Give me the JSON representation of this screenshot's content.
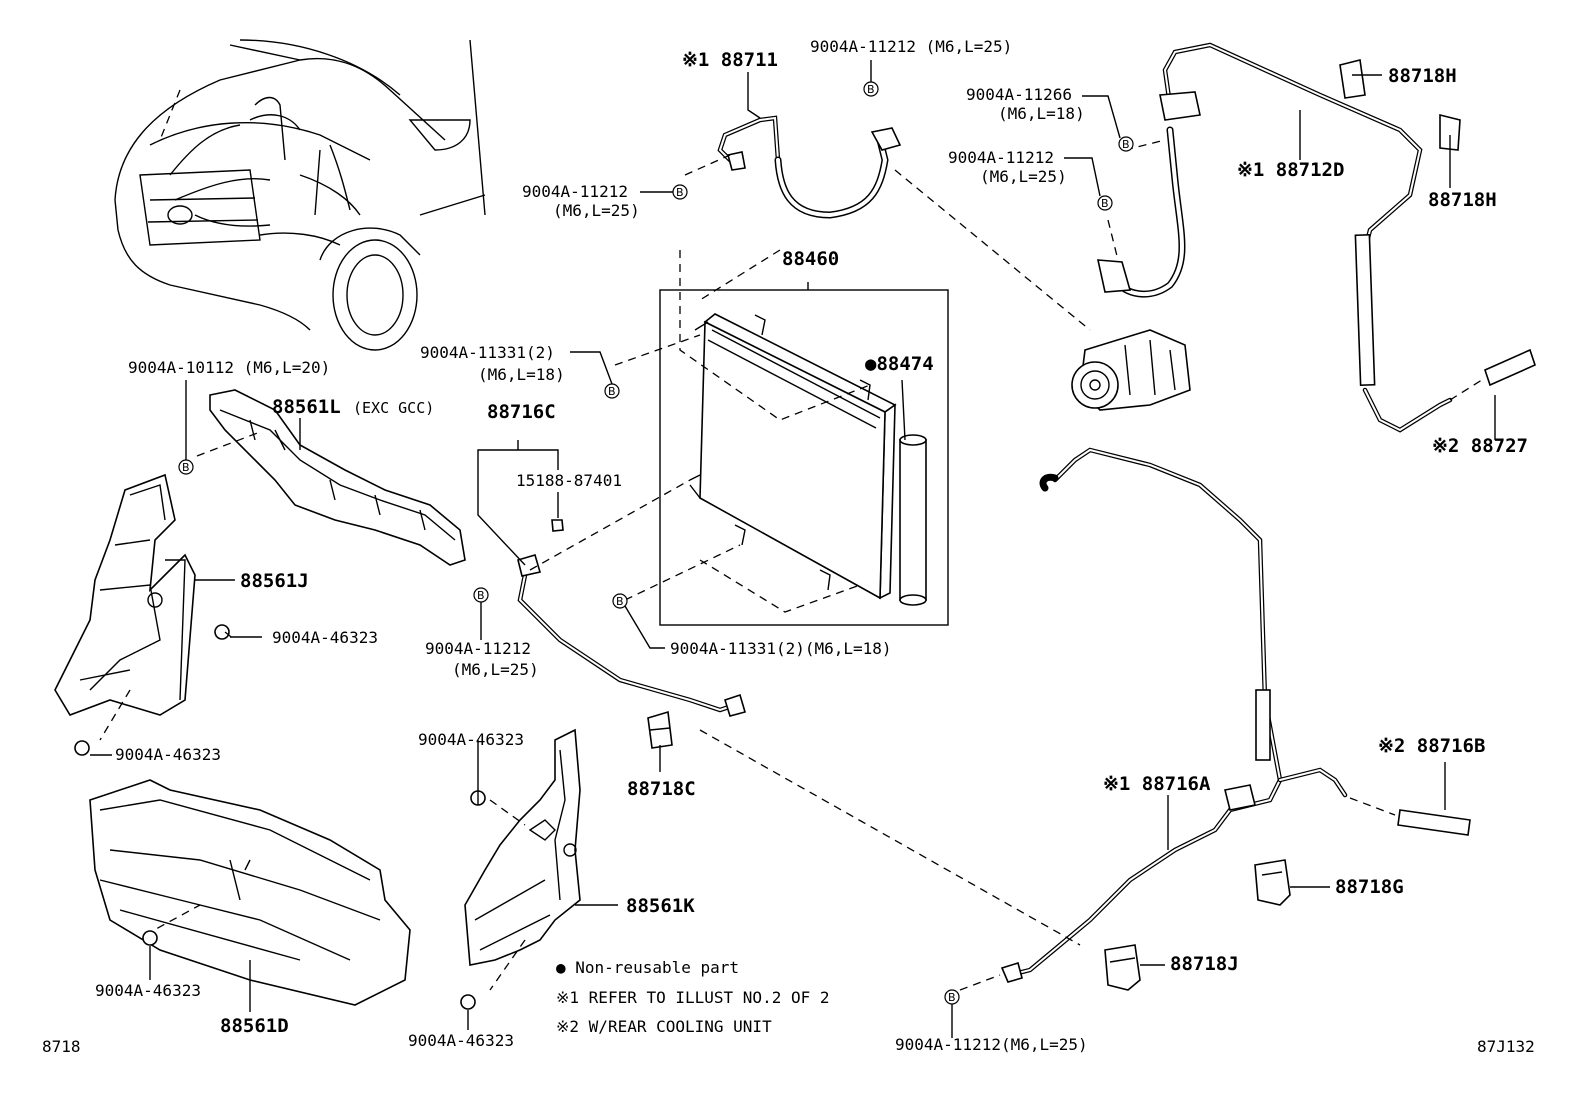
{
  "diagram": {
    "code_left": "8718",
    "code_right": "87J132",
    "bolt_marker": "B",
    "legend": {
      "non_reusable": "● Non-reusable part",
      "note1": "※1  REFER TO ILLUST NO.2 OF 2",
      "note2": "※2  W/REAR COOLING UNIT"
    },
    "labels": {
      "p88711": "※1 88711",
      "p9004a11212_top": "9004A-11212 (M6,L=25)",
      "p9004a11212_left_a": "9004A-11212",
      "p9004a11212_left_b": "(M6,L=25)",
      "p88460": "88460",
      "p88474": "●88474",
      "p9004a11331_a": "9004A-11331(2)",
      "p9004a11331_b": "(M6,L=18)",
      "p9004a11331_bottom": "9004A-11331(2)(M6,L=18)",
      "p88716c": "88716C",
      "p15188": "15188-87401",
      "p9004a11212_mid_a": "9004A-11212",
      "p9004a11212_mid_b": "(M6,L=25)",
      "p88718c": "88718C",
      "p9004a10112": "9004A-10112 (M6,L=20)",
      "p88561l": "88561L",
      "p88561l_note": "(EXC GCC)",
      "p88561j": "88561J",
      "p9004a46323_a": "9004A-46323",
      "p9004a46323_b": "9004A-46323",
      "p9004a46323_c": "9004A-46323",
      "p9004a46323_d": "9004A-46323",
      "p9004a46323_e": "9004A-46323",
      "p88561d": "88561D",
      "p88561k": "88561K",
      "p9004a11266_a": "9004A-11266",
      "p9004a11266_b": "(M6,L=18)",
      "p9004a11212_right_a": "9004A-11212",
      "p9004a11212_right_b": "(M6,L=25)",
      "p88712d": "※1 88712D",
      "p88718h_a": "88718H",
      "p88718h_b": "88718H",
      "p88727": "※2 88727",
      "p88716b": "※2 88716B",
      "p88716a": "※1 88716A",
      "p88718g": "88718G",
      "p88718j": "88718J",
      "p9004a11212_bottom": "9004A-11212(M6,L=25)"
    }
  }
}
